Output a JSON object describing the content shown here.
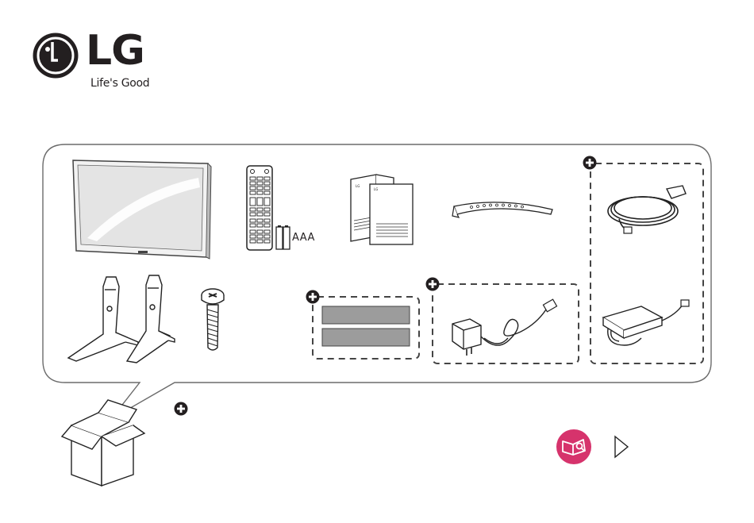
{
  "brand": {
    "wordmark": "LG",
    "tagline": "Life's Good",
    "logo_color": "#231f20"
  },
  "accessories": {
    "battery_label": "AAA",
    "items": [
      {
        "icon": "tv-panel-icon"
      },
      {
        "icon": "remote-control-icon"
      },
      {
        "icon": "battery-icon"
      },
      {
        "icon": "manual-icon"
      },
      {
        "icon": "cable-tie-icon"
      },
      {
        "icon": "stand-icon"
      },
      {
        "icon": "screw-icon"
      },
      {
        "icon": "foam-pad-icon",
        "optional": true
      },
      {
        "icon": "ac-adapter-small-icon",
        "optional": true
      },
      {
        "icon": "power-cord-icon",
        "optional": true
      },
      {
        "icon": "ac-adapter-large-icon",
        "optional": true
      }
    ]
  },
  "footer": {
    "optional_icon": "plus-circle-icon",
    "manual_badge_icon": "open-book-icon",
    "manual_badge_color": "#d6336c",
    "arrow_icon": "triangle-right-icon"
  }
}
